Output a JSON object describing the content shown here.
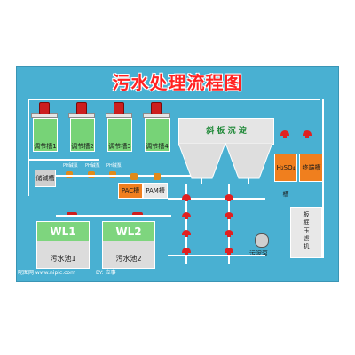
{
  "title": "污水处理流程图",
  "regulating_tanks": [
    "调节槽1",
    "调节槽2",
    "调节槽3",
    "调节槽4"
  ],
  "storage_tank": "储碱槽",
  "pump_labels": [
    "PH碱泵",
    "PH碱泵",
    "PH碱泵"
  ],
  "pac_tank": "PAC槽",
  "pam_tank": "PAM槽",
  "settling_label": "斜 板 沉 淀",
  "h2so4_tank": "H₂SO₄槽",
  "final_tank": "终端槽",
  "filter_press": "板框压滤机",
  "sludge_pump": "污泥泵",
  "pools": [
    {
      "wl": "WL1",
      "name": "污水池1"
    },
    {
      "wl": "WL2",
      "name": "污水池2"
    }
  ],
  "watermark_left": "昵图网 www.nipic.com",
  "watermark_right": "BY: 应事",
  "colors": {
    "panel": "#49b0d2",
    "tank": "#77d377",
    "motor": "#cc1e1e",
    "title": "#ff2222",
    "orange": "#f07f1e"
  }
}
